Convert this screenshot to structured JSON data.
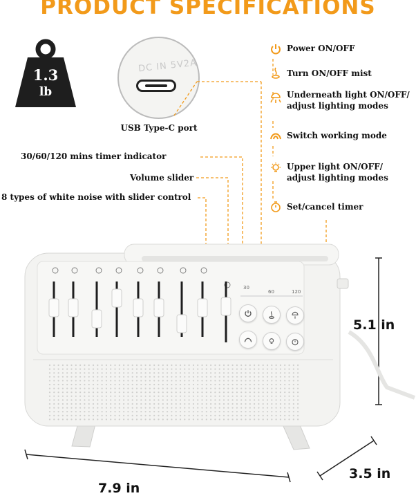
{
  "title": "PRODUCT SPECIFICATIONS",
  "weight": {
    "value": "1.3",
    "unit": "lb"
  },
  "usb": {
    "label": "USB Type-C port",
    "port_text": "DC IN 5V2A"
  },
  "left_labels": {
    "timer_indicator": "30/60/120 mins timer indicator",
    "volume": "Volume slider",
    "white_noise": "8 types of white noise with slider control"
  },
  "right_labels": [
    {
      "icon": "power-icon",
      "line1": "Power ON/OFF",
      "line2": ""
    },
    {
      "icon": "mist-icon",
      "line1": "Turn ON/OFF mist",
      "line2": ""
    },
    {
      "icon": "underneath-light-icon",
      "line1": "Underneath light ON/OFF/",
      "line2": "adjust lighting modes"
    },
    {
      "icon": "mode-icon",
      "line1": "Switch working mode",
      "line2": ""
    },
    {
      "icon": "upper-light-icon",
      "line1": "Upper light ON/OFF/",
      "line2": "adjust lighting modes"
    },
    {
      "icon": "timer-icon",
      "line1": "Set/cancel timer",
      "line2": ""
    }
  ],
  "timer_marks": [
    "30",
    "60",
    "120"
  ],
  "dimensions": {
    "height": "5.1 in",
    "width": "7.9 in",
    "depth": "3.5 in"
  },
  "colors": {
    "accent": "#f29a1a",
    "device": "#f3f3f1",
    "dark": "#1e1e1e"
  }
}
